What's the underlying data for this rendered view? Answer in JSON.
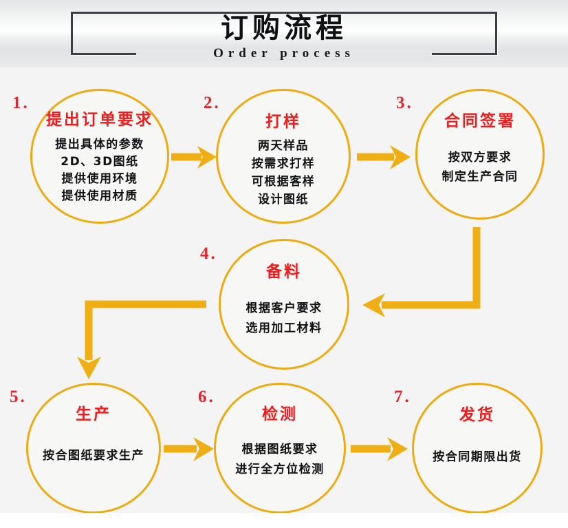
{
  "header": {
    "title_cn": "订购流程",
    "title_en": "Order process"
  },
  "colors": {
    "circle_stroke": "#eeab10",
    "arrow": "#efaf14",
    "heading_red": "#ee1c1c",
    "number_red": "#e8232a",
    "body_text": "#111214",
    "page_bg": "#f4f4f4"
  },
  "steps": [
    {
      "number": "1.",
      "heading": "提出订单要求",
      "lines": [
        "提出具体的参数",
        "2D、3D图纸",
        "提供使用环境",
        "提供使用材质"
      ]
    },
    {
      "number": "2.",
      "heading": "打样",
      "lines": [
        "两天样品",
        "按需求打样",
        "可根据客样",
        "设计图纸"
      ]
    },
    {
      "number": "3.",
      "heading": "合同签署",
      "lines": [
        "按双方要求",
        "制定生产合同"
      ]
    },
    {
      "number": "4.",
      "heading": "备料",
      "lines": [
        "根据客户要求",
        "选用加工材料"
      ]
    },
    {
      "number": "5.",
      "heading": "生产",
      "lines": [
        "按合图纸要求生产"
      ]
    },
    {
      "number": "6.",
      "heading": "检测",
      "lines": [
        "根据图纸要求",
        "进行全方位检测"
      ]
    },
    {
      "number": "7.",
      "heading": "发货",
      "lines": [
        "按合同期限出货"
      ]
    }
  ],
  "connectors": [
    {
      "name": "arrow-step1-to-step2",
      "direction": "right"
    },
    {
      "name": "arrow-step2-to-step3",
      "direction": "right"
    },
    {
      "name": "arrow-step3-to-step4",
      "direction": "down-then-left"
    },
    {
      "name": "arrow-step4-to-step5",
      "direction": "left-then-down"
    },
    {
      "name": "arrow-step5-to-step6",
      "direction": "right"
    },
    {
      "name": "arrow-step6-to-step7",
      "direction": "right"
    }
  ]
}
